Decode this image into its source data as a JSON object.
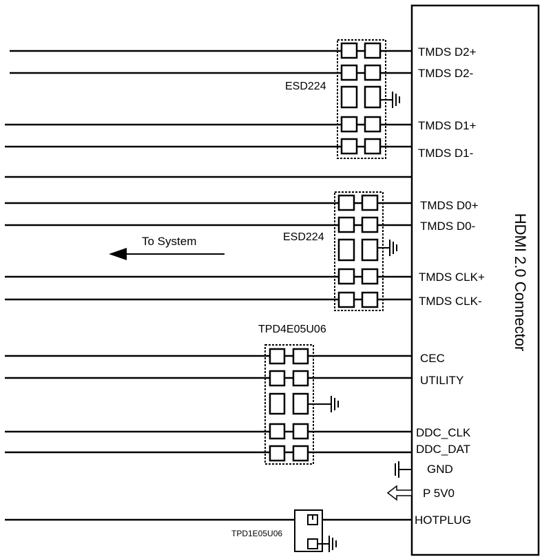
{
  "connector": {
    "title": "HDMI 2.0 Connector",
    "pins": [
      {
        "id": "tmds-d2-plus",
        "label": "TMDS D2+"
      },
      {
        "id": "tmds-d2-minus",
        "label": "TMDS D2-"
      },
      {
        "id": "tmds-d1-plus",
        "label": "TMDS D1+"
      },
      {
        "id": "tmds-d1-minus",
        "label": "TMDS D1-"
      },
      {
        "id": "tmds-d0-plus",
        "label": "TMDS D0+"
      },
      {
        "id": "tmds-d0-minus",
        "label": "TMDS D0-"
      },
      {
        "id": "tmds-clk-plus",
        "label": "TMDS CLK+"
      },
      {
        "id": "tmds-clk-minus",
        "label": "TMDS CLK-"
      },
      {
        "id": "cec",
        "label": "CEC"
      },
      {
        "id": "utility",
        "label": "UTILITY"
      },
      {
        "id": "ddc-clk",
        "label": "DDC_CLK"
      },
      {
        "id": "ddc-dat",
        "label": "DDC_DAT"
      },
      {
        "id": "gnd",
        "label": "GND"
      },
      {
        "id": "p5v0",
        "label": "P 5V0"
      },
      {
        "id": "hotplug",
        "label": "HOTPLUG"
      }
    ]
  },
  "protection_devices": {
    "esd224_top": "ESD224",
    "esd224_bottom": "ESD224",
    "tpd4e05u06": "TPD4E05U06",
    "tpd1e05u06": "TPD1E05U06"
  },
  "direction_arrow": {
    "label": "To System"
  }
}
